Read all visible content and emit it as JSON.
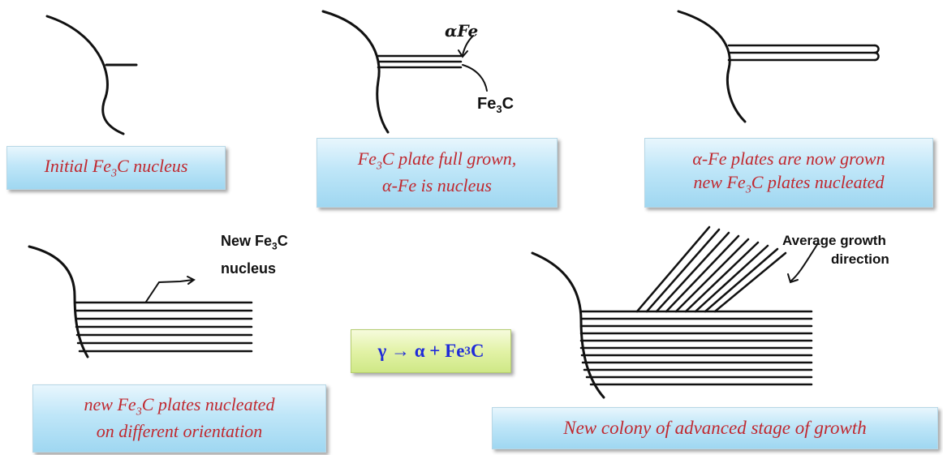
{
  "labels": {
    "alpha_fe_a": "αFe",
    "fe3c_b_prefix": "Fe",
    "fe3c_b_sub": "3",
    "fe3c_b_suffix": "C",
    "new_fe3c_line1_prefix": "New Fe",
    "new_fe3c_line1_sub": "3",
    "new_fe3c_line1_suffix": "C",
    "new_fe3c_line2": "nucleus",
    "avg_growth_line1": "Average growth",
    "avg_growth_line2": "direction"
  },
  "captions": {
    "c1_prefix": "Initial Fe",
    "c1_sub": "3",
    "c1_suffix": "C nucleus",
    "c2_line1_prefix": "Fe",
    "c2_line1_sub": "3",
    "c2_line1_suffix": "C plate full grown,",
    "c2_line2": "α-Fe is nucleus",
    "c3_line1": "α-Fe plates are now grown",
    "c3_line2_prefix": "new Fe",
    "c3_line2_sub": "3",
    "c3_line2_suffix": "C plates nucleated",
    "c4_line1_prefix": "new Fe",
    "c4_line1_sub": "3",
    "c4_line1_suffix": "C plates nucleated",
    "c4_line2": "on different orientation",
    "c5": "New colony of advanced stage of growth"
  },
  "equation": {
    "lhs": "γ → α + Fe",
    "sub": "3",
    "rhs": "C"
  },
  "colors": {
    "caption_text": "#c0282f",
    "equation_text": "#1f2bd9",
    "caption_bg": "#bfe6f8",
    "equation_bg": "#e2f2a7",
    "line": "#111111"
  }
}
